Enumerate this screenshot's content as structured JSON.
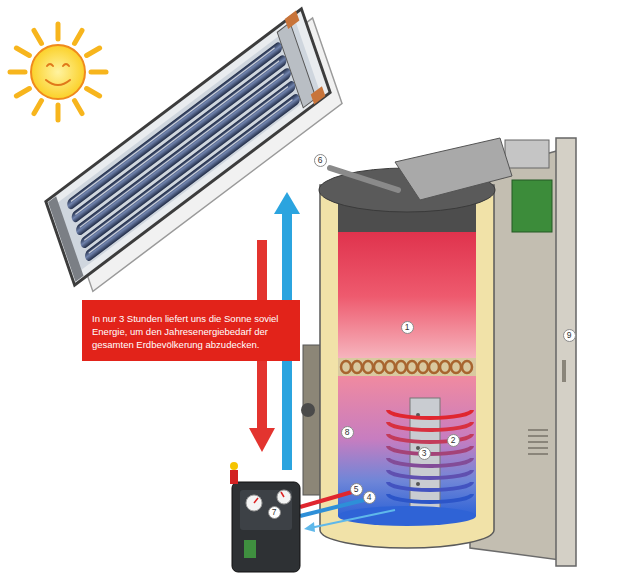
{
  "diagram": {
    "nodes": [
      {
        "text": [
          "In nur 3 Stunden liefert uns die Sonne soviel Energie, um den Jahresenergiebedarf der gesamten Erdbevölkerung abzudecken."
        ]
      }
    ],
    "labels": [
      "6",
      "1",
      "2",
      "3",
      "8",
      "5",
      "4",
      "9",
      "7"
    ]
  }
}
